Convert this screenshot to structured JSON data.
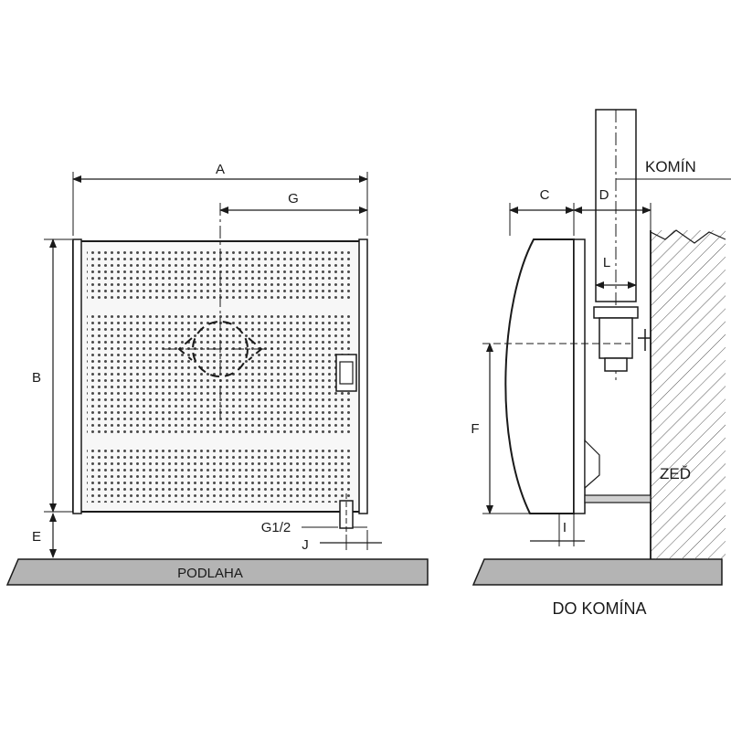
{
  "front_view": {
    "dimension_labels": {
      "A": "A",
      "G": "G",
      "B": "B",
      "E": "E",
      "G12": "G1/2",
      "J": "J"
    },
    "floor_label": "PODLAHA"
  },
  "side_view": {
    "dimension_labels": {
      "C": "C",
      "D": "D",
      "L": "L",
      "F": "F",
      "I": "I"
    },
    "chimney_label": "KOMÍN",
    "wall_label": "ZEĎ"
  },
  "caption": "DO KOMÍNA",
  "colors": {
    "line": "#1a1a1a",
    "floor_fill": "#b4b4b4",
    "panel_fill": "#f7f7f7",
    "perforation": "#4a4a4a"
  }
}
